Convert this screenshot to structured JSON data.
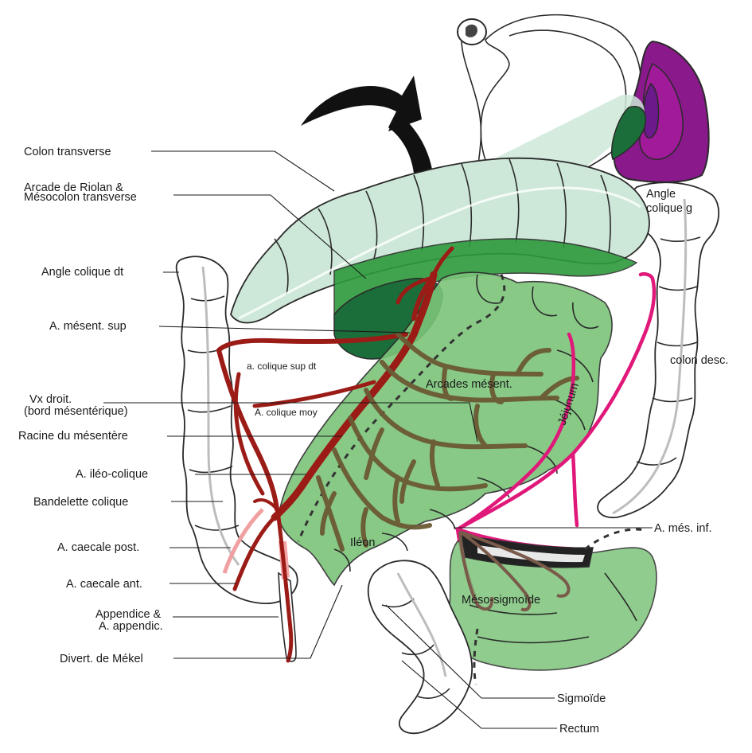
{
  "labels": {
    "colon_transverse": "Colon transverse",
    "arcade_riolan_1": "Arcade de Riolan &",
    "arcade_riolan_2": "Mésocolon transverse",
    "angle_colique_dt": "Angle colique dt",
    "a_mesent_sup": "A. mésent. sup",
    "vx_droit_1": "Vx droit.",
    "vx_droit_2": "(bord mésentérique)",
    "racine_mesentere": "Racine du mésentère",
    "a_ileo_colique": "A. iléo-colique",
    "bandelette_colique": "Bandelette colique",
    "a_caecale_post": "A. caecale post.",
    "a_caecale_ant": "A. caecale ant.",
    "appendice_1": "Appendice &",
    "appendice_2": "A. appendic.",
    "divert_mekel": "Divert. de Mékel",
    "angle_colique_g_1": "Angle",
    "angle_colique_g_2": "colique g",
    "colon_desc": "colon desc.",
    "jejunum": "Jéjunum",
    "arcades_mesent": "Arcades mésent.",
    "a_colique_sup_dt": "a. colique sup dt",
    "a_colique_moy": "A. colique moy",
    "ileon": "Iléon",
    "a_mes_inf": "A. més. inf.",
    "meso_sigmoide": "Méso-sigmoïde",
    "sigmoide": "Sigmoïde",
    "rectum": "Rectum"
  },
  "colors": {
    "colon_light": "#cde8d8",
    "mesocolon_green": "#2e9a3c",
    "mesentery_green": "#7cc47a",
    "dark_green": "#1b6e3a",
    "artery_red": "#9b1b16",
    "arcade_olive": "#6b5a34",
    "inferior_pink": "#e0187a",
    "spleen_purple": "#8a1a8c",
    "spleen_inner": "#6a1a8a",
    "arrow_black": "#111111"
  }
}
